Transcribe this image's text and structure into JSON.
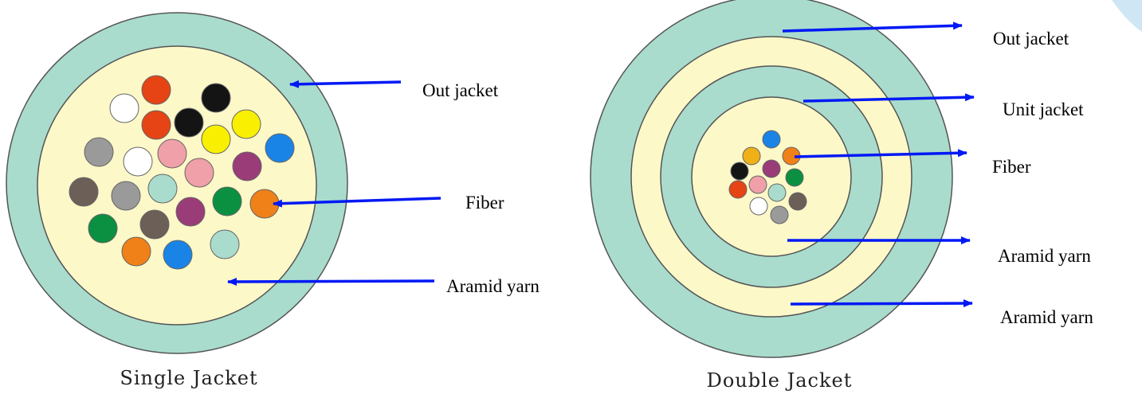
{
  "colors": {
    "jacket_green": "#a9dccd",
    "yarn_cream": "#fdf8c8",
    "outline": "#555555",
    "arrow_blue": "#0019f5",
    "corner_blue": "#cfe7f4"
  },
  "single": {
    "caption": "Single Jacket",
    "labels": {
      "out_jacket": "Out jacket",
      "fiber": "Fiber",
      "aramid_yarn": "Aramid yarn"
    },
    "fibers": [
      {
        "color": "#e64414",
        "name": "orange-red"
      },
      {
        "color": "#141414",
        "name": "black"
      },
      {
        "color": "#ffffff",
        "name": "white"
      },
      {
        "color": "#e64414",
        "name": "orange-red"
      },
      {
        "color": "#141414",
        "name": "black"
      },
      {
        "color": "#f8f000",
        "name": "yellow"
      },
      {
        "color": "#f8f000",
        "name": "yellow"
      },
      {
        "color": "#9a9a9a",
        "name": "gray"
      },
      {
        "color": "#ffffff",
        "name": "white"
      },
      {
        "color": "#f0a0a8",
        "name": "pink"
      },
      {
        "color": "#9a3c78",
        "name": "purple"
      },
      {
        "color": "#1a84e6",
        "name": "blue"
      },
      {
        "color": "#f0a0a8",
        "name": "pink"
      },
      {
        "color": "#6c5f58",
        "name": "brown"
      },
      {
        "color": "#9a9a9a",
        "name": "gray"
      },
      {
        "color": "#a9dccd",
        "name": "aqua"
      },
      {
        "color": "#0a9040",
        "name": "green"
      },
      {
        "color": "#f08018",
        "name": "orange"
      },
      {
        "color": "#9a3c78",
        "name": "purple"
      },
      {
        "color": "#0a9040",
        "name": "green"
      },
      {
        "color": "#6c5f58",
        "name": "brown"
      },
      {
        "color": "#f08018",
        "name": "orange"
      },
      {
        "color": "#1a84e6",
        "name": "blue"
      },
      {
        "color": "#a9dccd",
        "name": "aqua"
      }
    ]
  },
  "double": {
    "caption": "Double Jacket",
    "labels": {
      "out_jacket": "Out jacket",
      "unit_jacket": "Unit jacket",
      "fiber": "Fiber",
      "aramid_yarn_inner": "Aramid yarn",
      "aramid_yarn_outer": "Aramid yarn"
    },
    "fibers": [
      {
        "color": "#1a84e6",
        "name": "blue"
      },
      {
        "color": "#f0b018",
        "name": "amber"
      },
      {
        "color": "#f08018",
        "name": "orange"
      },
      {
        "color": "#141414",
        "name": "black"
      },
      {
        "color": "#9a3c78",
        "name": "purple"
      },
      {
        "color": "#0a9040",
        "name": "green"
      },
      {
        "color": "#e64414",
        "name": "orange-red"
      },
      {
        "color": "#f0a0a8",
        "name": "pink"
      },
      {
        "color": "#a9dccd",
        "name": "aqua"
      },
      {
        "color": "#6c5f58",
        "name": "brown"
      },
      {
        "color": "#ffffff",
        "name": "white"
      },
      {
        "color": "#9a9a9a",
        "name": "gray"
      }
    ]
  }
}
